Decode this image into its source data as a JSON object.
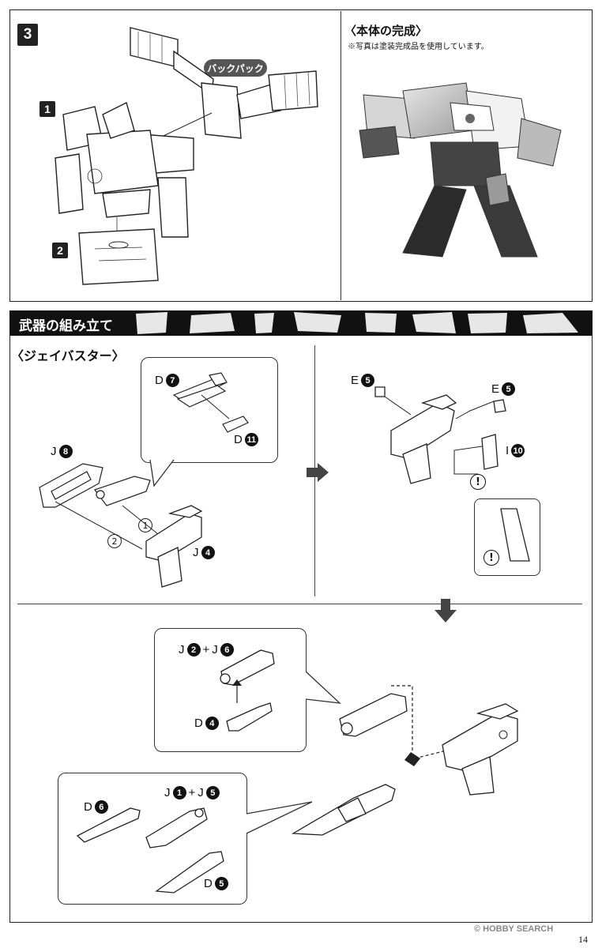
{
  "step3": {
    "step_number": "3",
    "sub1": "1",
    "sub2": "2",
    "backpack_label": "バックパック",
    "complete_title": "〈本体の完成〉",
    "complete_note": "※写真は塗装完成品を使用しています。"
  },
  "weapons": {
    "section_title": "武器の組み立て",
    "subtitle": "〈ジェイバスター〉",
    "labels": {
      "d7_letter": "D",
      "d7_num": "7",
      "d11_letter": "D",
      "d11_num": "11",
      "j8_letter": "J",
      "j8_num": "8",
      "j4_letter": "J",
      "j4_num": "4",
      "e5a_letter": "E",
      "e5a_num": "5",
      "e5b_letter": "E",
      "e5b_num": "5",
      "i10_letter": "I",
      "i10_num": "10",
      "j2_letter": "J",
      "j2_num": "2",
      "plus1": "+",
      "j6_letter": "J",
      "j6_num": "6",
      "d4_letter": "D",
      "d4_num": "4",
      "d6_letter": "D",
      "d6_num": "6",
      "j1_letter": "J",
      "j1_num": "1",
      "plus2": "+",
      "j5_letter": "J",
      "j5_num": "5",
      "d5_letter": "D",
      "d5_num": "5"
    },
    "order_marks": [
      "1",
      "2"
    ],
    "warning": "!"
  },
  "footer": {
    "page_number": "14",
    "watermark": "© HOBBY SEARCH"
  }
}
